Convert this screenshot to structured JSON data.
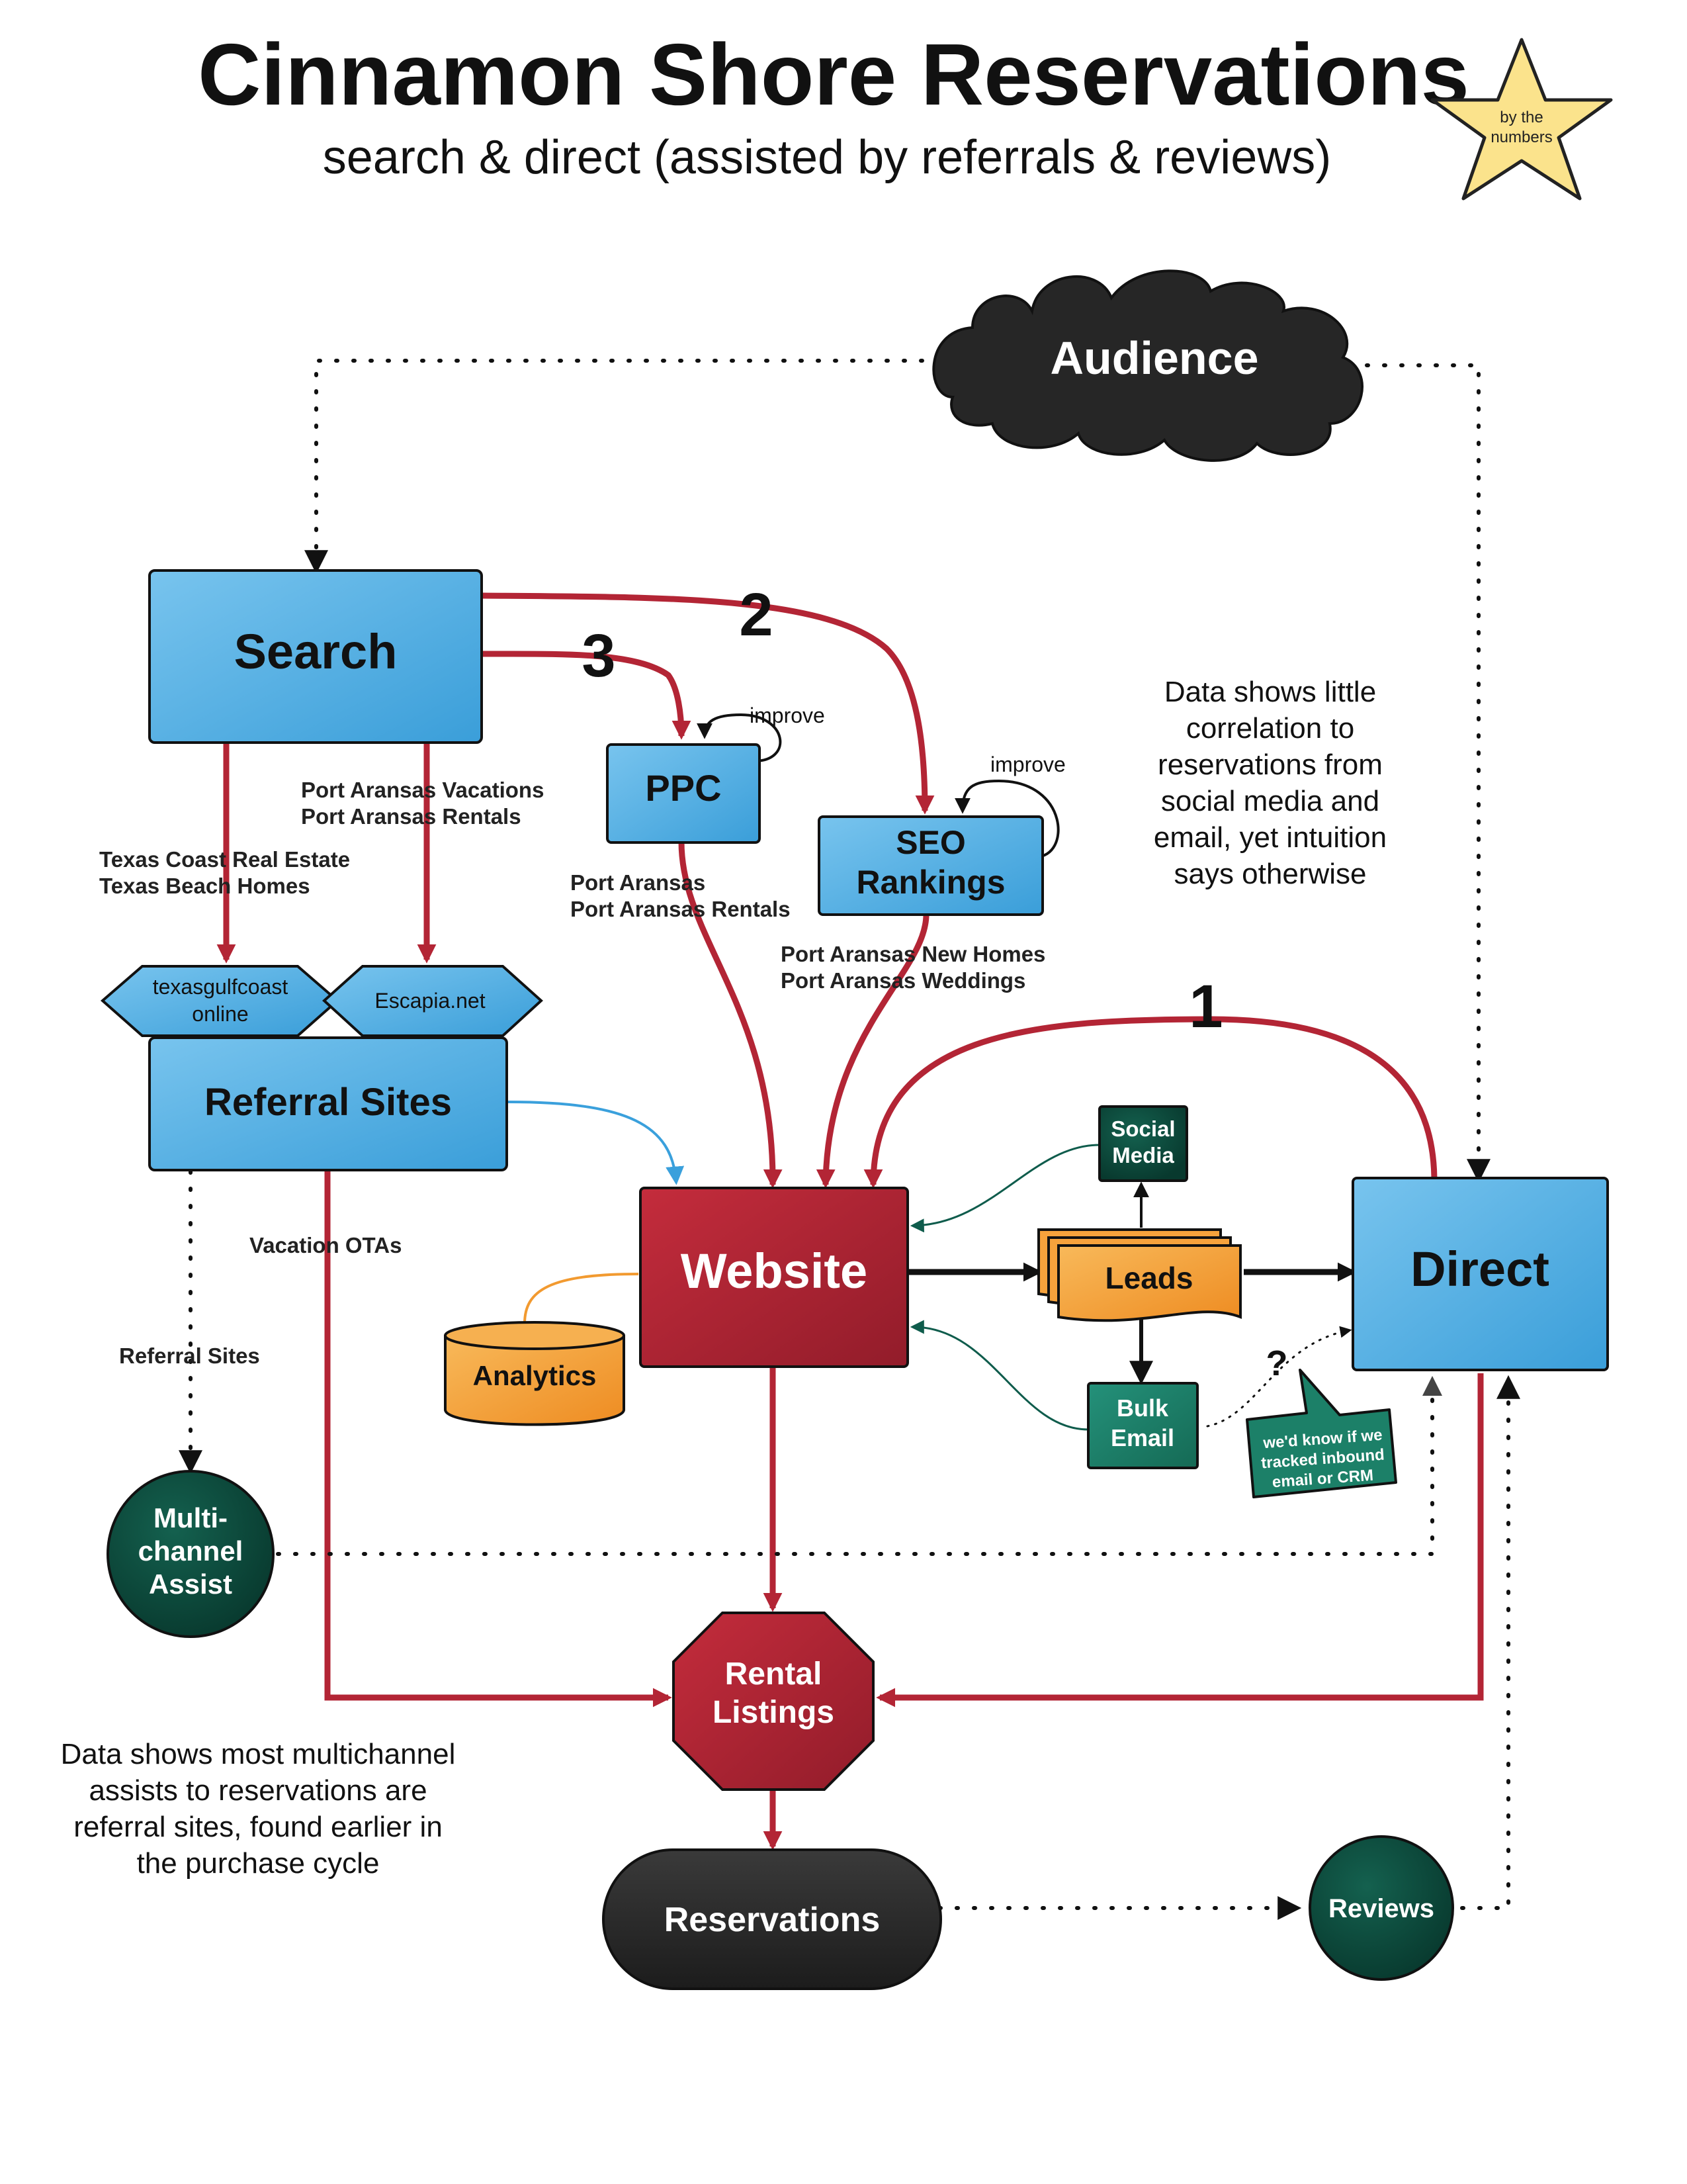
{
  "title": "Cinnamon Shore Reservations",
  "subtitle": "search & direct (assisted by referrals & reviews)",
  "badge": {
    "line1": "by the",
    "line2": "numbers"
  },
  "nodes": {
    "audience": "Audience",
    "search": "Search",
    "ppc": "PPC",
    "seo_line1": "SEO",
    "seo_line2": "Rankings",
    "referral_sites": "Referral Sites",
    "texasgulfcoast_line1": "texasgulfcoast",
    "texasgulfcoast_line2": "online",
    "escapia": "Escapia.net",
    "website": "Website",
    "leads": "Leads",
    "direct": "Direct",
    "social_line1": "Social",
    "social_line2": "Media",
    "bulk_line1": "Bulk",
    "bulk_line2": "Email",
    "analytics": "Analytics",
    "multichannel_line1": "Multi-",
    "multichannel_line2": "channel",
    "multichannel_line3": "Assist",
    "rental_line1": "Rental",
    "rental_line2": "Listings",
    "reservations": "Reservations",
    "reviews": "Reviews"
  },
  "edge_labels": {
    "improve_ppc": "improve",
    "improve_seo": "improve",
    "search_referral_1": "Texas Coast Real Estate",
    "search_referral_2": "Texas Beach Homes",
    "search_escapia_1": "Port Aransas Vacations",
    "search_escapia_2": "Port Aransas Rentals",
    "ppc_website_1": "Port Aransas",
    "ppc_website_2": "Port Aransas Rentals",
    "seo_website_1": "Port Aransas New Homes",
    "seo_website_2": "Port Aransas Weddings",
    "vacation_otas": "Vacation OTAs",
    "referral_multichannel": "Referral Sites",
    "question": "?",
    "num1": "1",
    "num2": "2",
    "num3": "3"
  },
  "callout": {
    "line1": "we'd know if we",
    "line2": "tracked inbound",
    "line3": "email or CRM"
  },
  "notes": {
    "social": [
      "Data shows little",
      "correlation to",
      "reservations from",
      "social media and",
      "email, yet intuition",
      "says otherwise"
    ],
    "multichannel": [
      "Data shows most multichannel",
      "assists to reservations are",
      "referral sites, found earlier in",
      "the purchase cycle"
    ]
  },
  "colors": {
    "blue": "#4aa8e0",
    "red": "#b32535",
    "teal": "#1c7a62",
    "dark_teal": "#0c4a3c",
    "orange": "#f29a30",
    "dark": "#262626",
    "star": "#fbe38c"
  }
}
